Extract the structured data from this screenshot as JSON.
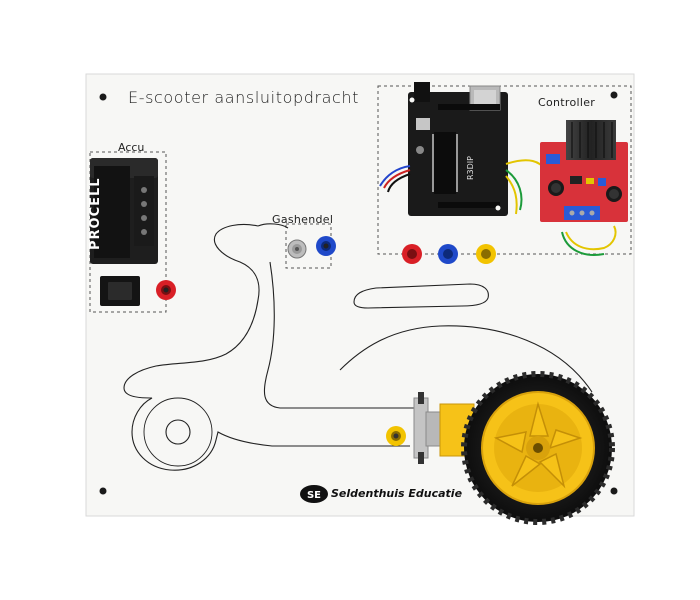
{
  "board": {
    "title": "E-scooter aansluitopdracht",
    "label_accu": "Accu",
    "label_gashendel": "Gashendel",
    "label_controller": "Controller",
    "brand": "Seldenthuis Educatie",
    "brand_logo_text": "SE"
  },
  "components": {
    "battery_brand": "PROCELL",
    "arduino_marking": "R3DIP"
  },
  "colors": {
    "board": "#f7f7f5",
    "battery": "#1e1e1e",
    "arduino": "#1a1a1a",
    "driver_board": "#d8323a",
    "terminal_blue": "#2a5bd7",
    "socket_red": "#d91f26",
    "socket_blue": "#1f49c9",
    "socket_yellow": "#f2c300",
    "wheel_yellow": "#f6c218",
    "tire": "#1b1b1b"
  }
}
